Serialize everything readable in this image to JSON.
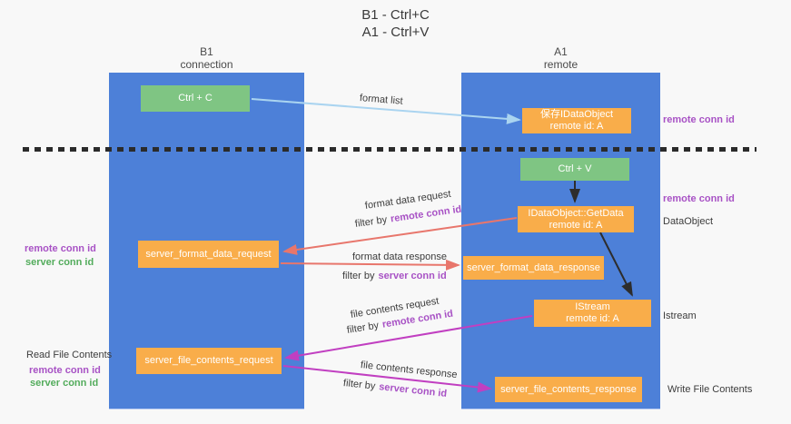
{
  "title": {
    "line1": "B1 - Ctrl+C",
    "line2": "A1 - Ctrl+V"
  },
  "columns": {
    "left": {
      "header_line1": "B1",
      "header_line2": "connection"
    },
    "right": {
      "header_line1": "A1",
      "header_line2": "remote"
    }
  },
  "nodes": {
    "ctrl_c": {
      "label": "Ctrl + C"
    },
    "ctrl_v": {
      "label": "Ctrl + V"
    },
    "save_dataobject": {
      "line1": "保存IDataObject",
      "line2": "remote id: A"
    },
    "getdata": {
      "line1": "IDataObject::GetData",
      "line2": "remote id: A"
    },
    "istream": {
      "line1": "IStream",
      "line2": "remote id: A"
    },
    "format_request": {
      "label": "server_format_data_request"
    },
    "format_response": {
      "label": "server_format_data_response"
    },
    "file_request": {
      "label": "server_file_contents_request"
    },
    "file_response": {
      "label": "server_file_contents_response"
    }
  },
  "edge_labels": {
    "format_list": "format list",
    "format_data_request": "format data request",
    "format_data_response": "format data response",
    "file_contents_request": "file contents request",
    "file_contents_response": "file contents response",
    "filter_by": "filter by"
  },
  "terms": {
    "remote_conn_id": "remote conn id",
    "server_conn_id": "server conn id"
  },
  "side_labels": {
    "dataobject": "DataObject",
    "istream": "Istream",
    "read_file_contents": "Read File Contents",
    "write_file_contents": "Write File Contents"
  },
  "colors": {
    "column_blue": "#4d80d8",
    "node_green": "#7fc583",
    "node_orange": "#f9ad4a",
    "conn_purple": "#a852c5",
    "conn_green": "#53ac5c",
    "arrow_blue": "#aad4f0",
    "arrow_salmon": "#e8766c",
    "arrow_magenta": "#c13fc1",
    "arrow_black": "#2d2d2d"
  }
}
